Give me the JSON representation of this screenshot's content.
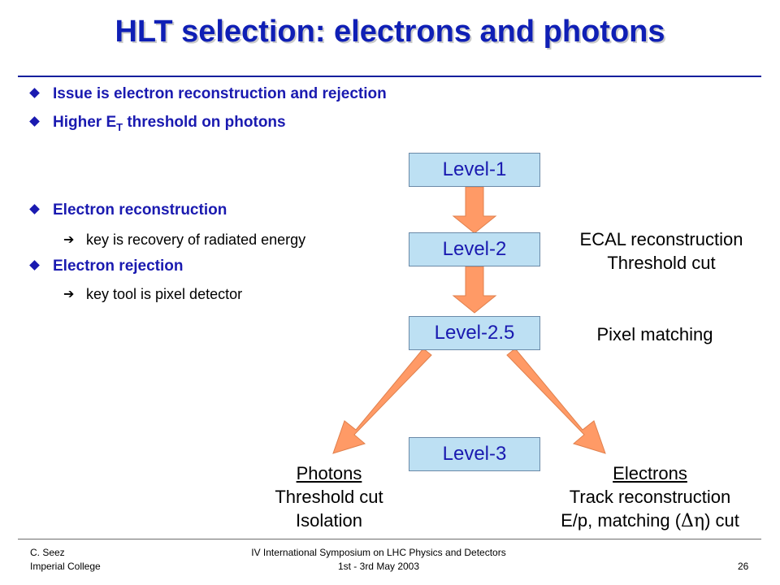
{
  "title": "HLT selection: electrons and photons",
  "bullets": [
    "Issue is electron reconstruction and rejection",
    "Higher E",
    "Electron reconstruction",
    "Electron rejection"
  ],
  "bullet2_subscript": "T",
  "bullet2_suffix": " threshold on photons",
  "subbullets": [
    "key is recovery of radiated energy",
    "key tool is pixel detector"
  ],
  "levels": [
    "Level-1",
    "Level-2",
    "Level-2.5",
    "Level-3"
  ],
  "notes": {
    "ecal_1": "ECAL reconstruction",
    "ecal_2": "Threshold cut",
    "pixel": "Pixel matching"
  },
  "photons": {
    "heading": "Photons",
    "line1": "Threshold cut",
    "line2": "Isolation"
  },
  "electrons": {
    "heading": "Electrons",
    "line1": "Track reconstruction",
    "line2_prefix": "E/p, matching (",
    "line2_symbol": "Δη",
    "line2_suffix": ") cut"
  },
  "footer": {
    "author": "C. Seez",
    "institution": "Imperial College",
    "event": "IV International  Symposium on LHC Physics and Detectors",
    "dates": "1st - 3rd May 2003",
    "page": "26"
  },
  "colors": {
    "title": "#0f1fb5",
    "bullet": "#1a1ab0",
    "level_fill": "#bde0f3",
    "arrow": "#ff9a66"
  }
}
